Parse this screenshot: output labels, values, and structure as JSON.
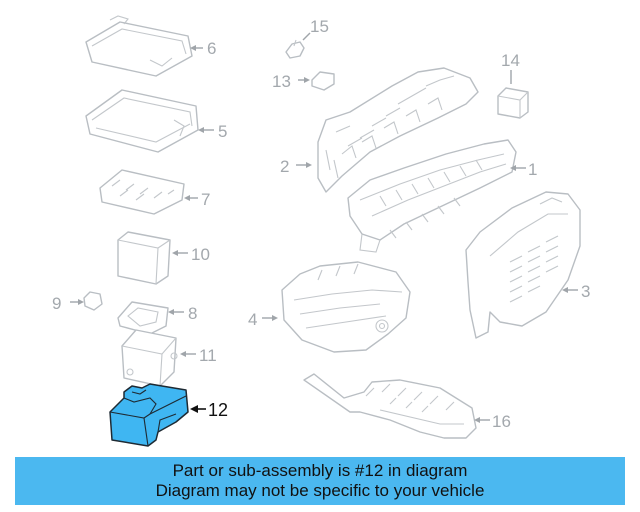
{
  "callouts": {
    "c1": "1",
    "c2": "2",
    "c3": "3",
    "c4": "4",
    "c5": "5",
    "c6": "6",
    "c7": "7",
    "c8": "8",
    "c9": "9",
    "c10": "10",
    "c11": "11",
    "c12": "12",
    "c13": "13",
    "c14": "14",
    "c15": "15",
    "c16": "16"
  },
  "highlighted_part": "12",
  "banner": {
    "line1": "Part or sub-assembly is #12 in diagram",
    "line2": "Diagram may not be specific to your vehicle",
    "color": "#4bb8f0"
  },
  "colors": {
    "highlight_fill": "#3fb6f2",
    "part_stroke": "#b9bec3"
  }
}
